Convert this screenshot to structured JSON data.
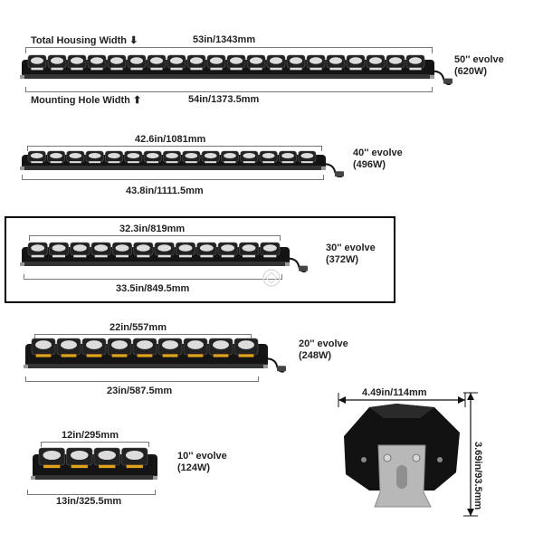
{
  "bar50": {
    "housing_label": "Total Housing Width",
    "housing_arrow": "⬇",
    "housing_width": "53in/1343mm",
    "mount_label": "Mounting Hole Width",
    "mount_arrow": "⬆",
    "mount_width": "54in/1373.5mm",
    "name": "50'' evolve",
    "power": "(620W)"
  },
  "bar40": {
    "top_width": "42.6in/1081mm",
    "bottom_width": "43.8in/1111.5mm",
    "name": "40'' evolve",
    "power": "(496W)"
  },
  "bar30": {
    "top_width": "32.3in/819mm",
    "bottom_width": "33.5in/849.5mm",
    "name": "30'' evolve",
    "power": "(372W)"
  },
  "bar20": {
    "top_width": "22in/557mm",
    "bottom_width": "23in/587.5mm",
    "name": "20'' evolve",
    "power": "(248W)"
  },
  "bar10": {
    "top_width": "12in/295mm",
    "bottom_width": "13in/325.5mm",
    "name": "10'' evolve",
    "power": "(124W)"
  },
  "side_view": {
    "width": "4.49in/114mm",
    "height": "3.69in/93.5mm"
  },
  "colors": {
    "housing": "#141414",
    "lens": "#dcdcdc",
    "amber": "#e0a21a",
    "bracket": "#b8b8b8"
  }
}
